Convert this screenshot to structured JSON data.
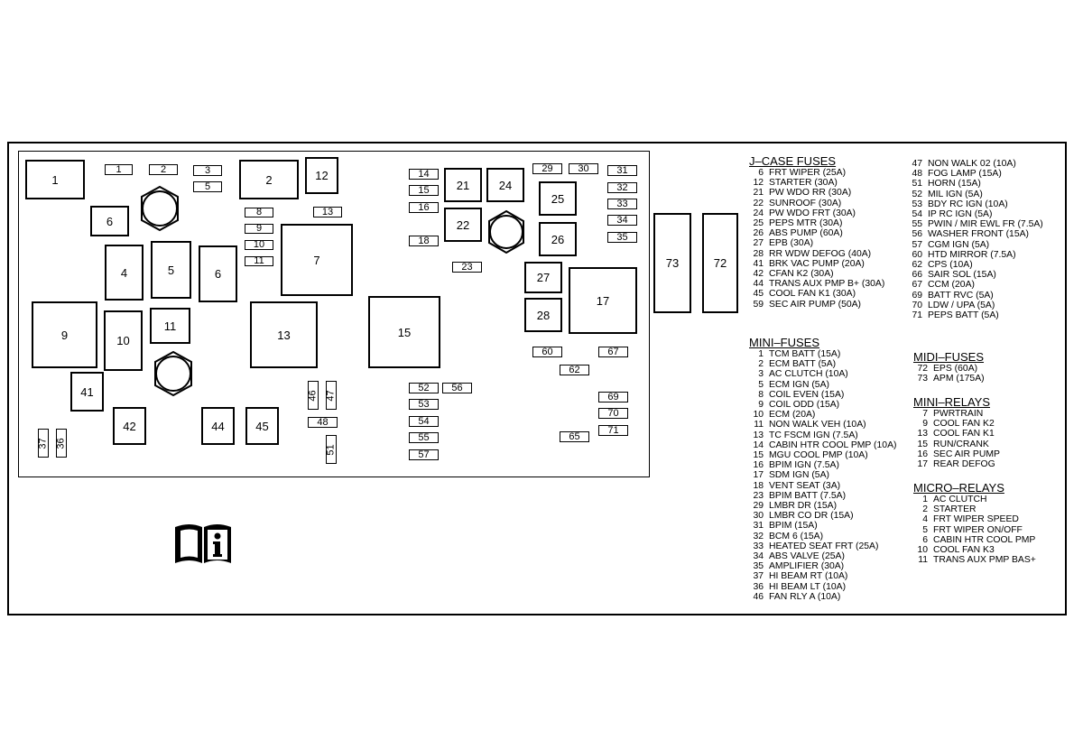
{
  "fuse_block": {
    "components": [
      {
        "id": "1"
      },
      {
        "id": "1"
      },
      {
        "id": "2"
      },
      {
        "id": "2"
      },
      {
        "id": "3"
      },
      {
        "id": "4"
      },
      {
        "id": "5"
      },
      {
        "id": "5"
      },
      {
        "id": "6"
      },
      {
        "id": "6"
      },
      {
        "id": "7"
      },
      {
        "id": "8"
      },
      {
        "id": "9"
      },
      {
        "id": "9"
      },
      {
        "id": "10"
      },
      {
        "id": "10"
      },
      {
        "id": "11"
      },
      {
        "id": "11"
      },
      {
        "id": "12"
      },
      {
        "id": "13"
      },
      {
        "id": "13"
      },
      {
        "id": "14"
      },
      {
        "id": "15"
      },
      {
        "id": "15"
      },
      {
        "id": "16"
      },
      {
        "id": "17"
      },
      {
        "id": "18"
      },
      {
        "id": "21"
      },
      {
        "id": "22"
      },
      {
        "id": "23"
      },
      {
        "id": "24"
      },
      {
        "id": "25"
      },
      {
        "id": "26"
      },
      {
        "id": "27"
      },
      {
        "id": "28"
      },
      {
        "id": "29"
      },
      {
        "id": "30"
      },
      {
        "id": "31"
      },
      {
        "id": "32"
      },
      {
        "id": "33"
      },
      {
        "id": "34"
      },
      {
        "id": "35"
      },
      {
        "id": "36"
      },
      {
        "id": "37"
      },
      {
        "id": "41"
      },
      {
        "id": "42"
      },
      {
        "id": "44"
      },
      {
        "id": "45"
      },
      {
        "id": "46"
      },
      {
        "id": "47"
      },
      {
        "id": "48"
      },
      {
        "id": "51"
      },
      {
        "id": "52"
      },
      {
        "id": "53"
      },
      {
        "id": "54"
      },
      {
        "id": "55"
      },
      {
        "id": "56"
      },
      {
        "id": "57"
      },
      {
        "id": "59"
      },
      {
        "id": "60"
      },
      {
        "id": "62"
      },
      {
        "id": "65"
      },
      {
        "id": "67"
      },
      {
        "id": "69"
      },
      {
        "id": "70"
      },
      {
        "id": "71"
      },
      {
        "id": "72"
      },
      {
        "id": "73"
      }
    ]
  },
  "legend": {
    "j_case_fuses": {
      "heading": "J–CASE FUSES",
      "items": [
        {
          "num": "6",
          "label": "FRT WIPER  (25A)"
        },
        {
          "num": "12",
          "label": "STARTER  (30A)"
        },
        {
          "num": "21",
          "label": "PW WDO RR  (30A)"
        },
        {
          "num": "22",
          "label": "SUNROOF  (30A)"
        },
        {
          "num": "24",
          "label": "PW WDO FRT  (30A)"
        },
        {
          "num": "25",
          "label": "PEPS MTR  (30A)"
        },
        {
          "num": "26",
          "label": "ABS PUMP  (60A)"
        },
        {
          "num": "27",
          "label": "EPB  (30A)"
        },
        {
          "num": "28",
          "label": "RR WDW DEFOG  (40A)"
        },
        {
          "num": "41",
          "label": "BRK VAC PUMP  (20A)"
        },
        {
          "num": "42",
          "label": "CFAN K2  (30A)"
        },
        {
          "num": "44",
          "label": "TRANS AUX PMP B+  (30A)"
        },
        {
          "num": "45",
          "label": "COOL FAN K1  (30A)"
        },
        {
          "num": "59",
          "label": "SEC AIR PUMP  (50A)"
        },
        {
          "num": "47",
          "label": "NON WALK 02  (10A)"
        },
        {
          "num": "48",
          "label": "FOG LAMP  (15A)"
        },
        {
          "num": "51",
          "label": "HORN  (15A)"
        },
        {
          "num": "52",
          "label": "MIL IGN  (5A)"
        },
        {
          "num": "53",
          "label": "BDY RC IGN  (10A)"
        },
        {
          "num": "54",
          "label": "IP RC IGN  (5A)"
        },
        {
          "num": "55",
          "label": "PWIN / MIR EWL FR  (7.5A)"
        },
        {
          "num": "56",
          "label": "WASHER FRONT  (15A)"
        },
        {
          "num": "57",
          "label": "CGM IGN  (5A)"
        },
        {
          "num": "60",
          "label": "HTD MIRROR  (7.5A)"
        },
        {
          "num": "62",
          "label": "CPS  (10A)"
        },
        {
          "num": "66",
          "label": "SAIR SOL  (15A)"
        },
        {
          "num": "67",
          "label": "CCM  (20A)"
        },
        {
          "num": "69",
          "label": "BATT RVC  (5A)"
        },
        {
          "num": "70",
          "label": "LDW / UPA  (5A)"
        },
        {
          "num": "71",
          "label": "PEPS BATT  (5A)"
        }
      ]
    },
    "mini_fuses": {
      "heading": "MINI–FUSES",
      "items": [
        {
          "num": "1",
          "label": "TCM BATT  (15A)"
        },
        {
          "num": "2",
          "label": "ECM BATT  (5A)"
        },
        {
          "num": "3",
          "label": "AC CLUTCH  (10A)"
        },
        {
          "num": "5",
          "label": "ECM IGN  (5A)"
        },
        {
          "num": "8",
          "label": "COIL EVEN  (15A)"
        },
        {
          "num": "9",
          "label": "COIL ODD  (15A)"
        },
        {
          "num": "10",
          "label": "ECM  (20A)"
        },
        {
          "num": "11",
          "label": "NON WALK VEH  (10A)"
        },
        {
          "num": "13",
          "label": "TC FSCM IGN  (7.5A)"
        },
        {
          "num": "14",
          "label": "CABIN HTR COOL PMP  (10A)"
        },
        {
          "num": "15",
          "label": "MGU COOL PMP  (10A)"
        },
        {
          "num": "16",
          "label": "BPIM IGN  (7.5A)"
        },
        {
          "num": "17",
          "label": "SDM IGN  (5A)"
        },
        {
          "num": "18",
          "label": "VENT SEAT  (3A)"
        },
        {
          "num": "23",
          "label": "BPIM BATT  (7.5A)"
        },
        {
          "num": "29",
          "label": "LMBR DR  (15A)"
        },
        {
          "num": "30",
          "label": "LMBR CO DR  (15A)"
        },
        {
          "num": "31",
          "label": "BPIM  (15A)"
        },
        {
          "num": "32",
          "label": "BCM 6  (15A)"
        },
        {
          "num": "33",
          "label": "HEATED SEAT FRT  (25A)"
        },
        {
          "num": "34",
          "label": "ABS VALVE  (25A)"
        },
        {
          "num": "35",
          "label": "AMPLIFIER  (30A)"
        },
        {
          "num": "37",
          "label": "HI BEAM RT  (10A)"
        },
        {
          "num": "36",
          "label": "HI BEAM LT  (10A)"
        },
        {
          "num": "46",
          "label": "FAN RLY A  (10A)"
        }
      ]
    },
    "midi_fuses": {
      "heading": "MIDI–FUSES",
      "items": [
        {
          "num": "72",
          "label": "EPS  (60A)"
        },
        {
          "num": "73",
          "label": "APM  (175A)"
        }
      ]
    },
    "mini_relays": {
      "heading": "MINI–RELAYS",
      "items": [
        {
          "num": "7",
          "label": "PWRTRAIN"
        },
        {
          "num": "9",
          "label": "COOL FAN K2"
        },
        {
          "num": "13",
          "label": "COOL FAN K1"
        },
        {
          "num": "15",
          "label": "RUN/CRANK"
        },
        {
          "num": "16",
          "label": "SEC AIR PUMP"
        },
        {
          "num": "17",
          "label": "REAR DEFOG"
        }
      ]
    },
    "micro_relays": {
      "heading": "MICRO–RELAYS",
      "items": [
        {
          "num": "1",
          "label": "AC CLUTCH"
        },
        {
          "num": "2",
          "label": "STARTER"
        },
        {
          "num": "4",
          "label": "FRT WIPER SPEED"
        },
        {
          "num": "5",
          "label": "FRT WIPER ON/OFF"
        },
        {
          "num": "6",
          "label": "CABIN HTR COOL PMP"
        },
        {
          "num": "10",
          "label": "COOL FAN K3"
        },
        {
          "num": "11",
          "label": "TRANS AUX PMP BAS+"
        }
      ]
    }
  }
}
